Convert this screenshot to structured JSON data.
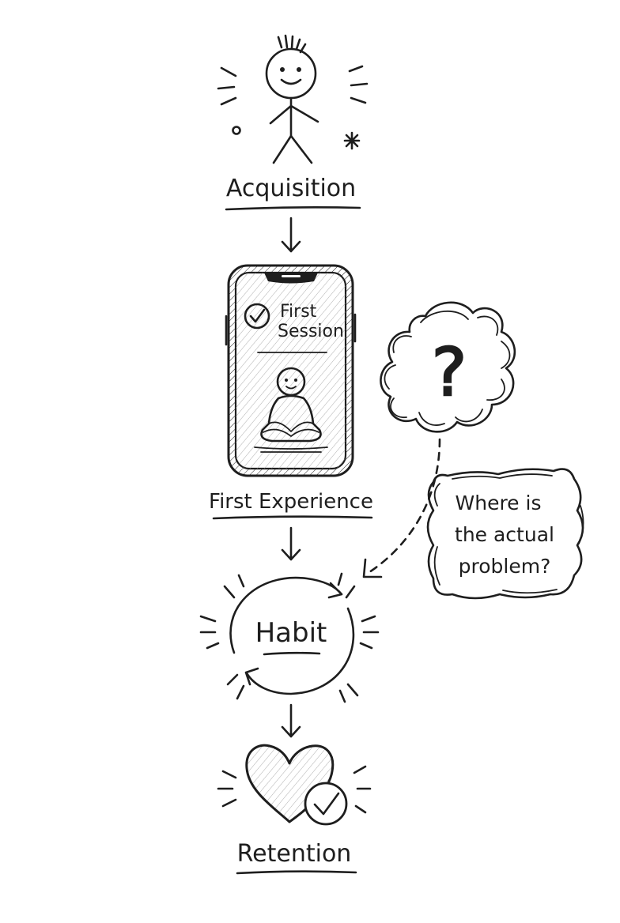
{
  "stages": {
    "acquisition": "Acquisition",
    "first_experience": "First Experience",
    "habit": "Habit",
    "retention": "Retention"
  },
  "phone": {
    "line1": "First",
    "line2": "Session"
  },
  "thought": {
    "symbol": "?",
    "line1": "Where is",
    "line2": "the actual",
    "line3": "problem?"
  },
  "colors": {
    "ink": "#1e1e1e",
    "background": "#ffffff"
  }
}
